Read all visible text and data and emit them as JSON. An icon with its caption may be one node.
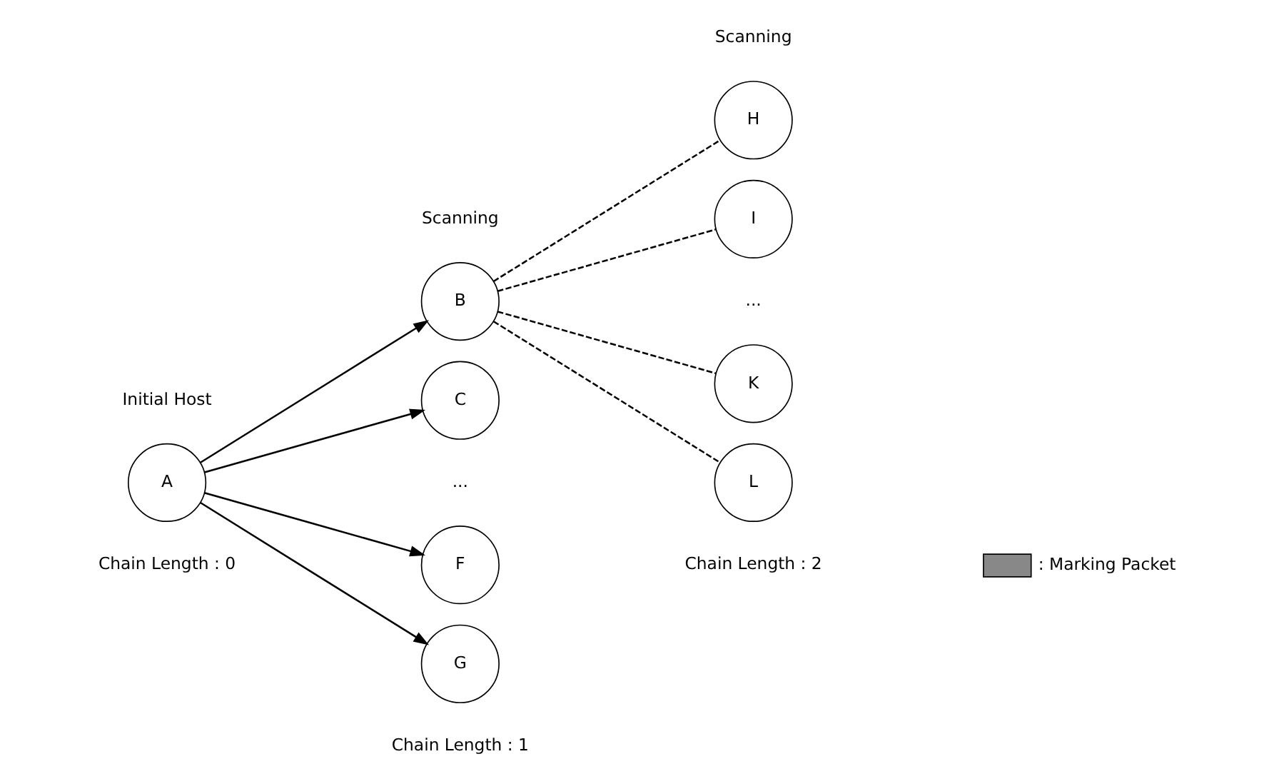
{
  "diagram": {
    "nodes": [
      {
        "text": [
          "A"
        ],
        "beside": [
          "Initial Host"
        ]
      },
      {
        "text": [
          "B"
        ]
      },
      {
        "text": [
          "C"
        ]
      },
      {
        "text": [
          "F"
        ]
      },
      {
        "text": [
          "G"
        ]
      },
      {
        "text": [
          "H"
        ]
      },
      {
        "text": [
          "I"
        ]
      },
      {
        "text": [
          "K"
        ]
      },
      {
        "text": [
          "L"
        ]
      }
    ],
    "edges": [
      {
        "from": 0,
        "to": 1,
        "arrow": "to"
      },
      {
        "from": 0,
        "to": 2,
        "arrow": "to"
      },
      {
        "from": 0,
        "to": 3,
        "arrow": "to"
      },
      {
        "from": 0,
        "to": 4,
        "arrow": "to"
      },
      {
        "from": 1,
        "to": 5,
        "arrow": "none",
        "style": "dashed"
      },
      {
        "from": 1,
        "to": 6,
        "arrow": "none",
        "style": "dashed"
      },
      {
        "from": 1,
        "to": 7,
        "arrow": "none",
        "style": "dashed"
      },
      {
        "from": 1,
        "to": 8,
        "arrow": "none",
        "style": "dashed"
      }
    ],
    "labels": [
      "Scanning",
      "Scanning",
      "...",
      "...",
      "Chain Length : 0",
      "Chain Length : 1",
      "Chain Length : 2"
    ],
    "legend": [
      {
        "text": ": Marking Packet"
      }
    ]
  }
}
